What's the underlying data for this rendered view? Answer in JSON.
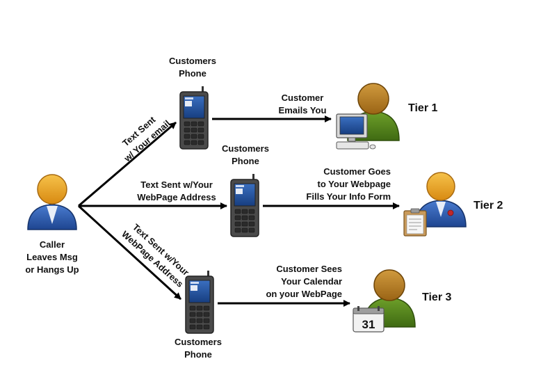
{
  "caller": {
    "lines": [
      "Caller",
      "Leaves Msg",
      "or Hangs Up"
    ]
  },
  "phones": {
    "top": {
      "lines": [
        "Customers",
        "Phone"
      ]
    },
    "middle": {
      "lines": [
        "Customers",
        "Phone"
      ]
    },
    "bottom": {
      "lines": [
        "Customers",
        "Phone"
      ]
    }
  },
  "edges": {
    "caller_to_top": {
      "lines": [
        "Text Sent",
        "w/ Your email"
      ]
    },
    "caller_to_middle": {
      "lines": [
        "Text Sent w/Your",
        "WebPage Address"
      ]
    },
    "caller_to_bottom": {
      "lines": [
        "Text Sent w/Your",
        "WebPage Address"
      ]
    },
    "tier1": {
      "lines": [
        "Customer",
        "Emails You"
      ]
    },
    "tier2": {
      "lines": [
        "Customer Goes",
        "to Your Webpage",
        "Fills Your Info Form"
      ]
    },
    "tier3": {
      "lines": [
        "Customer Sees",
        "Your Calendar",
        "on your WebPage"
      ]
    }
  },
  "tiers": {
    "tier1": "Tier  1",
    "tier2": "Tier  2",
    "tier3": "Tier  3"
  },
  "calendar_day": "31",
  "colors": {
    "person_head": "#e8a020",
    "caller_body": "#2a5aa8",
    "customer_body": "#4e7d1a",
    "customer_head": "#b87c25",
    "phone_body": "#4a4a4a",
    "phone_screen": "#1f4f9a",
    "arrow": "#000000"
  }
}
